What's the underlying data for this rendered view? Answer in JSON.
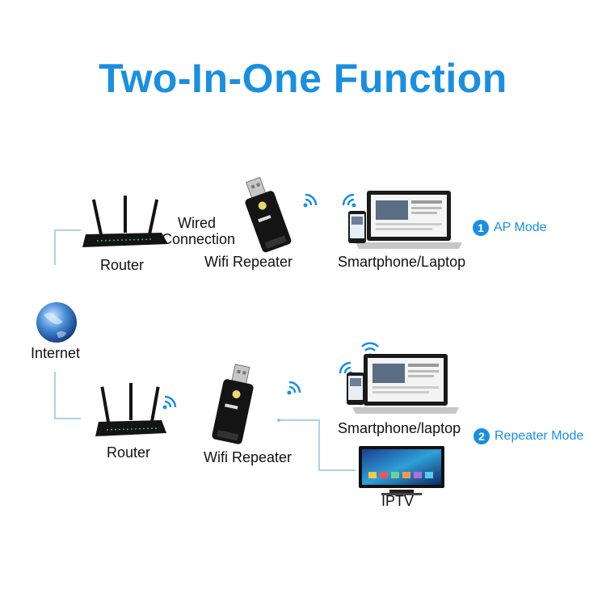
{
  "title": "Two-In-One Function",
  "internet_label": "Internet",
  "ap": {
    "router_label": "Router",
    "link_label_line1": "Wired",
    "link_label_line2": "Connection",
    "repeater_label": "Wifi Repeater",
    "client_label": "Smartphone/Laptop",
    "mode_number": "1",
    "mode_label": "AP Mode"
  },
  "repeater": {
    "router_label": "Router",
    "repeater_label": "Wifi Repeater",
    "client_label": "Smartphone/laptop",
    "tv_label": "IPTV",
    "mode_number": "2",
    "mode_label": "Repeater Mode"
  },
  "colors": {
    "accent": "#1a8fe0",
    "line": "#8fc3e6",
    "device": "#141414"
  },
  "icons": [
    "globe-icon",
    "router-icon",
    "wifi-repeater-icon",
    "wifi-signal-icon",
    "laptop-icon",
    "smartphone-icon",
    "tv-icon"
  ]
}
